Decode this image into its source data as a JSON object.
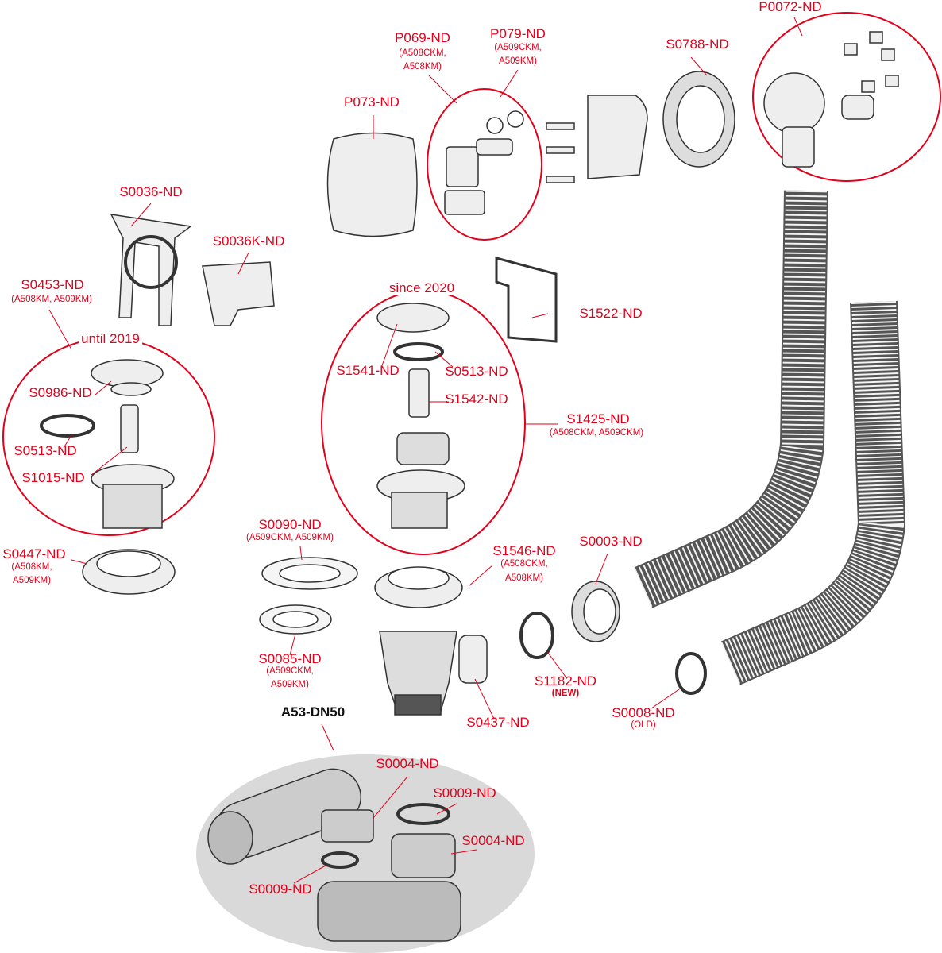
{
  "diagram": {
    "product": "A53-DN50",
    "groups": {
      "until": "until 2019",
      "since": "since 2020"
    },
    "parts": {
      "p0072": {
        "code": "P0072-ND"
      },
      "p069": {
        "code": "P069-ND",
        "variants_1": "(A508CKM,",
        "variants_2": "A508KM)"
      },
      "p079": {
        "code": "P079-ND",
        "variants_1": "(A509CKM,",
        "variants_2": "A509KM)"
      },
      "s0788": {
        "code": "S0788-ND"
      },
      "p073": {
        "code": "P073-ND"
      },
      "s0036": {
        "code": "S0036-ND"
      },
      "s0036k": {
        "code": "S0036K-ND"
      },
      "s0453": {
        "code": "S0453-ND",
        "variants": "(A508KM, A509KM)"
      },
      "s1522": {
        "code": "S1522-ND"
      },
      "s1541": {
        "code": "S1541-ND"
      },
      "s0513a": {
        "code": "S0513-ND"
      },
      "s0986": {
        "code": "S0986-ND"
      },
      "s1542": {
        "code": "S1542-ND"
      },
      "s1425": {
        "code": "S1425-ND",
        "variants": "(A508CKM, A509CKM)"
      },
      "s0513b": {
        "code": "S0513-ND"
      },
      "s1015": {
        "code": "S1015-ND"
      },
      "s0090": {
        "code": "S0090-ND",
        "variants": "(A509CKM, A509KM)"
      },
      "s0447": {
        "code": "S0447-ND",
        "variants_1": "(A508KM,",
        "variants_2": "A509KM)"
      },
      "s1546": {
        "code": "S1546-ND",
        "variants_1": "(A508CKM,",
        "variants_2": "A508KM)"
      },
      "s0003": {
        "code": "S0003-ND"
      },
      "s0085": {
        "code": "S0085-ND",
        "variants_1": "(A509CKM,",
        "variants_2": "A509KM)"
      },
      "s1182": {
        "code": "S1182-ND",
        "note": "(NEW)"
      },
      "s0437": {
        "code": "S0437-ND"
      },
      "s0008": {
        "code": "S0008-ND",
        "note": "(OLD)"
      },
      "s0004a": {
        "code": "S0004-ND"
      },
      "s0009a": {
        "code": "S0009-ND"
      },
      "s0004b": {
        "code": "S0004-ND"
      },
      "s0009b": {
        "code": "S0009-ND"
      }
    },
    "colors": {
      "label": "#e3001b",
      "outline": "#333333",
      "part_fill": "#e8e8e8",
      "siphon_bg": "#d9d9d9"
    }
  }
}
